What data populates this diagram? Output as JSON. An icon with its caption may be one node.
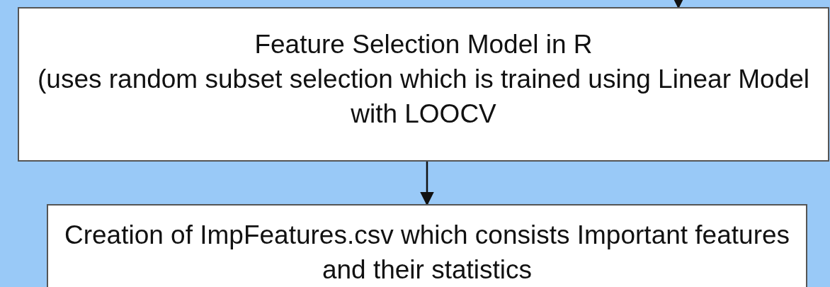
{
  "diagram": {
    "nodes": [
      {
        "text": [
          "Feature Selection Model in R",
          "(uses random subset selection which is trained using Linear Model with LOOCV"
        ]
      },
      {
        "text": [
          "Creation of ImpFeatures.csv which consists Important features and their statistics"
        ]
      }
    ],
    "edges": [
      {
        "from": null,
        "to": 0,
        "arrow": "to"
      },
      {
        "from": 0,
        "to": 1,
        "arrow": "to"
      }
    ]
  }
}
